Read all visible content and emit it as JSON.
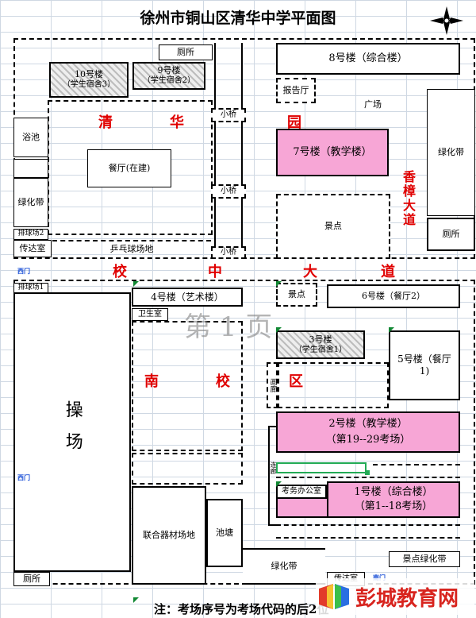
{
  "title": "徐州市铜山区清华中学平面图",
  "north_label": "N",
  "roads": {
    "xiaozhong": [
      "校",
      "中",
      "大",
      "道"
    ],
    "xiangzhang": "香樟大道"
  },
  "zones": {
    "qinghuayuan": [
      "清",
      "华",
      "园"
    ],
    "nanxiaoqu": [
      "南",
      "校",
      "区"
    ]
  },
  "gates": {
    "west_north": "西门",
    "west_south": "西门",
    "south": "南门"
  },
  "buildings": {
    "b10_name": "10号楼",
    "b10_sub": "（学生宿舍3）",
    "b9_name": "9号楼",
    "b9_sub": "（学生宿舍2）",
    "toilet_north": "厕所",
    "b8": "8号楼（综合楼）",
    "report_hall": "报告厅",
    "square": "广场",
    "bath": "浴池",
    "canteen_new": "餐厅(在建)",
    "bridge_1": "小桥",
    "bridge_2": "小桥",
    "bridge_3": "小桥",
    "b7": "7号楼（教学楼）",
    "green_left": "绿化带",
    "green_right": "绿化带",
    "scenic_north": "景点",
    "toilet_east": "厕所",
    "volley2": "排球场2",
    "guard_north": "传达室",
    "pingpong": "乒乓球场地",
    "volley1": "排球场1",
    "b4": "4号楼（艺术楼）",
    "scenic_mid": "景点",
    "b6": "6号楼（餐厅2）",
    "clinic": "卫生室",
    "b3_name": "3号楼",
    "b3_sub": "（学生宿舍1）",
    "b5_line1": "5号楼（餐厅",
    "b5_line2": "1)",
    "playground": "操场",
    "gallery": "画廊",
    "b2_line1": "2号楼（教学楼）",
    "b2_line2": "（第19--29考场）",
    "corridor": "连廊",
    "exam_office": "考务办公室",
    "b1_line1": "1号楼（综合楼）",
    "b1_line2": "（第1--18考场）",
    "fitness": "联合器材场地",
    "pond": "池塘",
    "green_south": "绿化带",
    "toilet_south": "厕所",
    "guard_south": "传达室",
    "scenic_green": "景点绿化带"
  },
  "watermark": "第 1 页",
  "footnote": "注：考场序号为考场代码的后2位",
  "logo_text": "彭城教育网"
}
